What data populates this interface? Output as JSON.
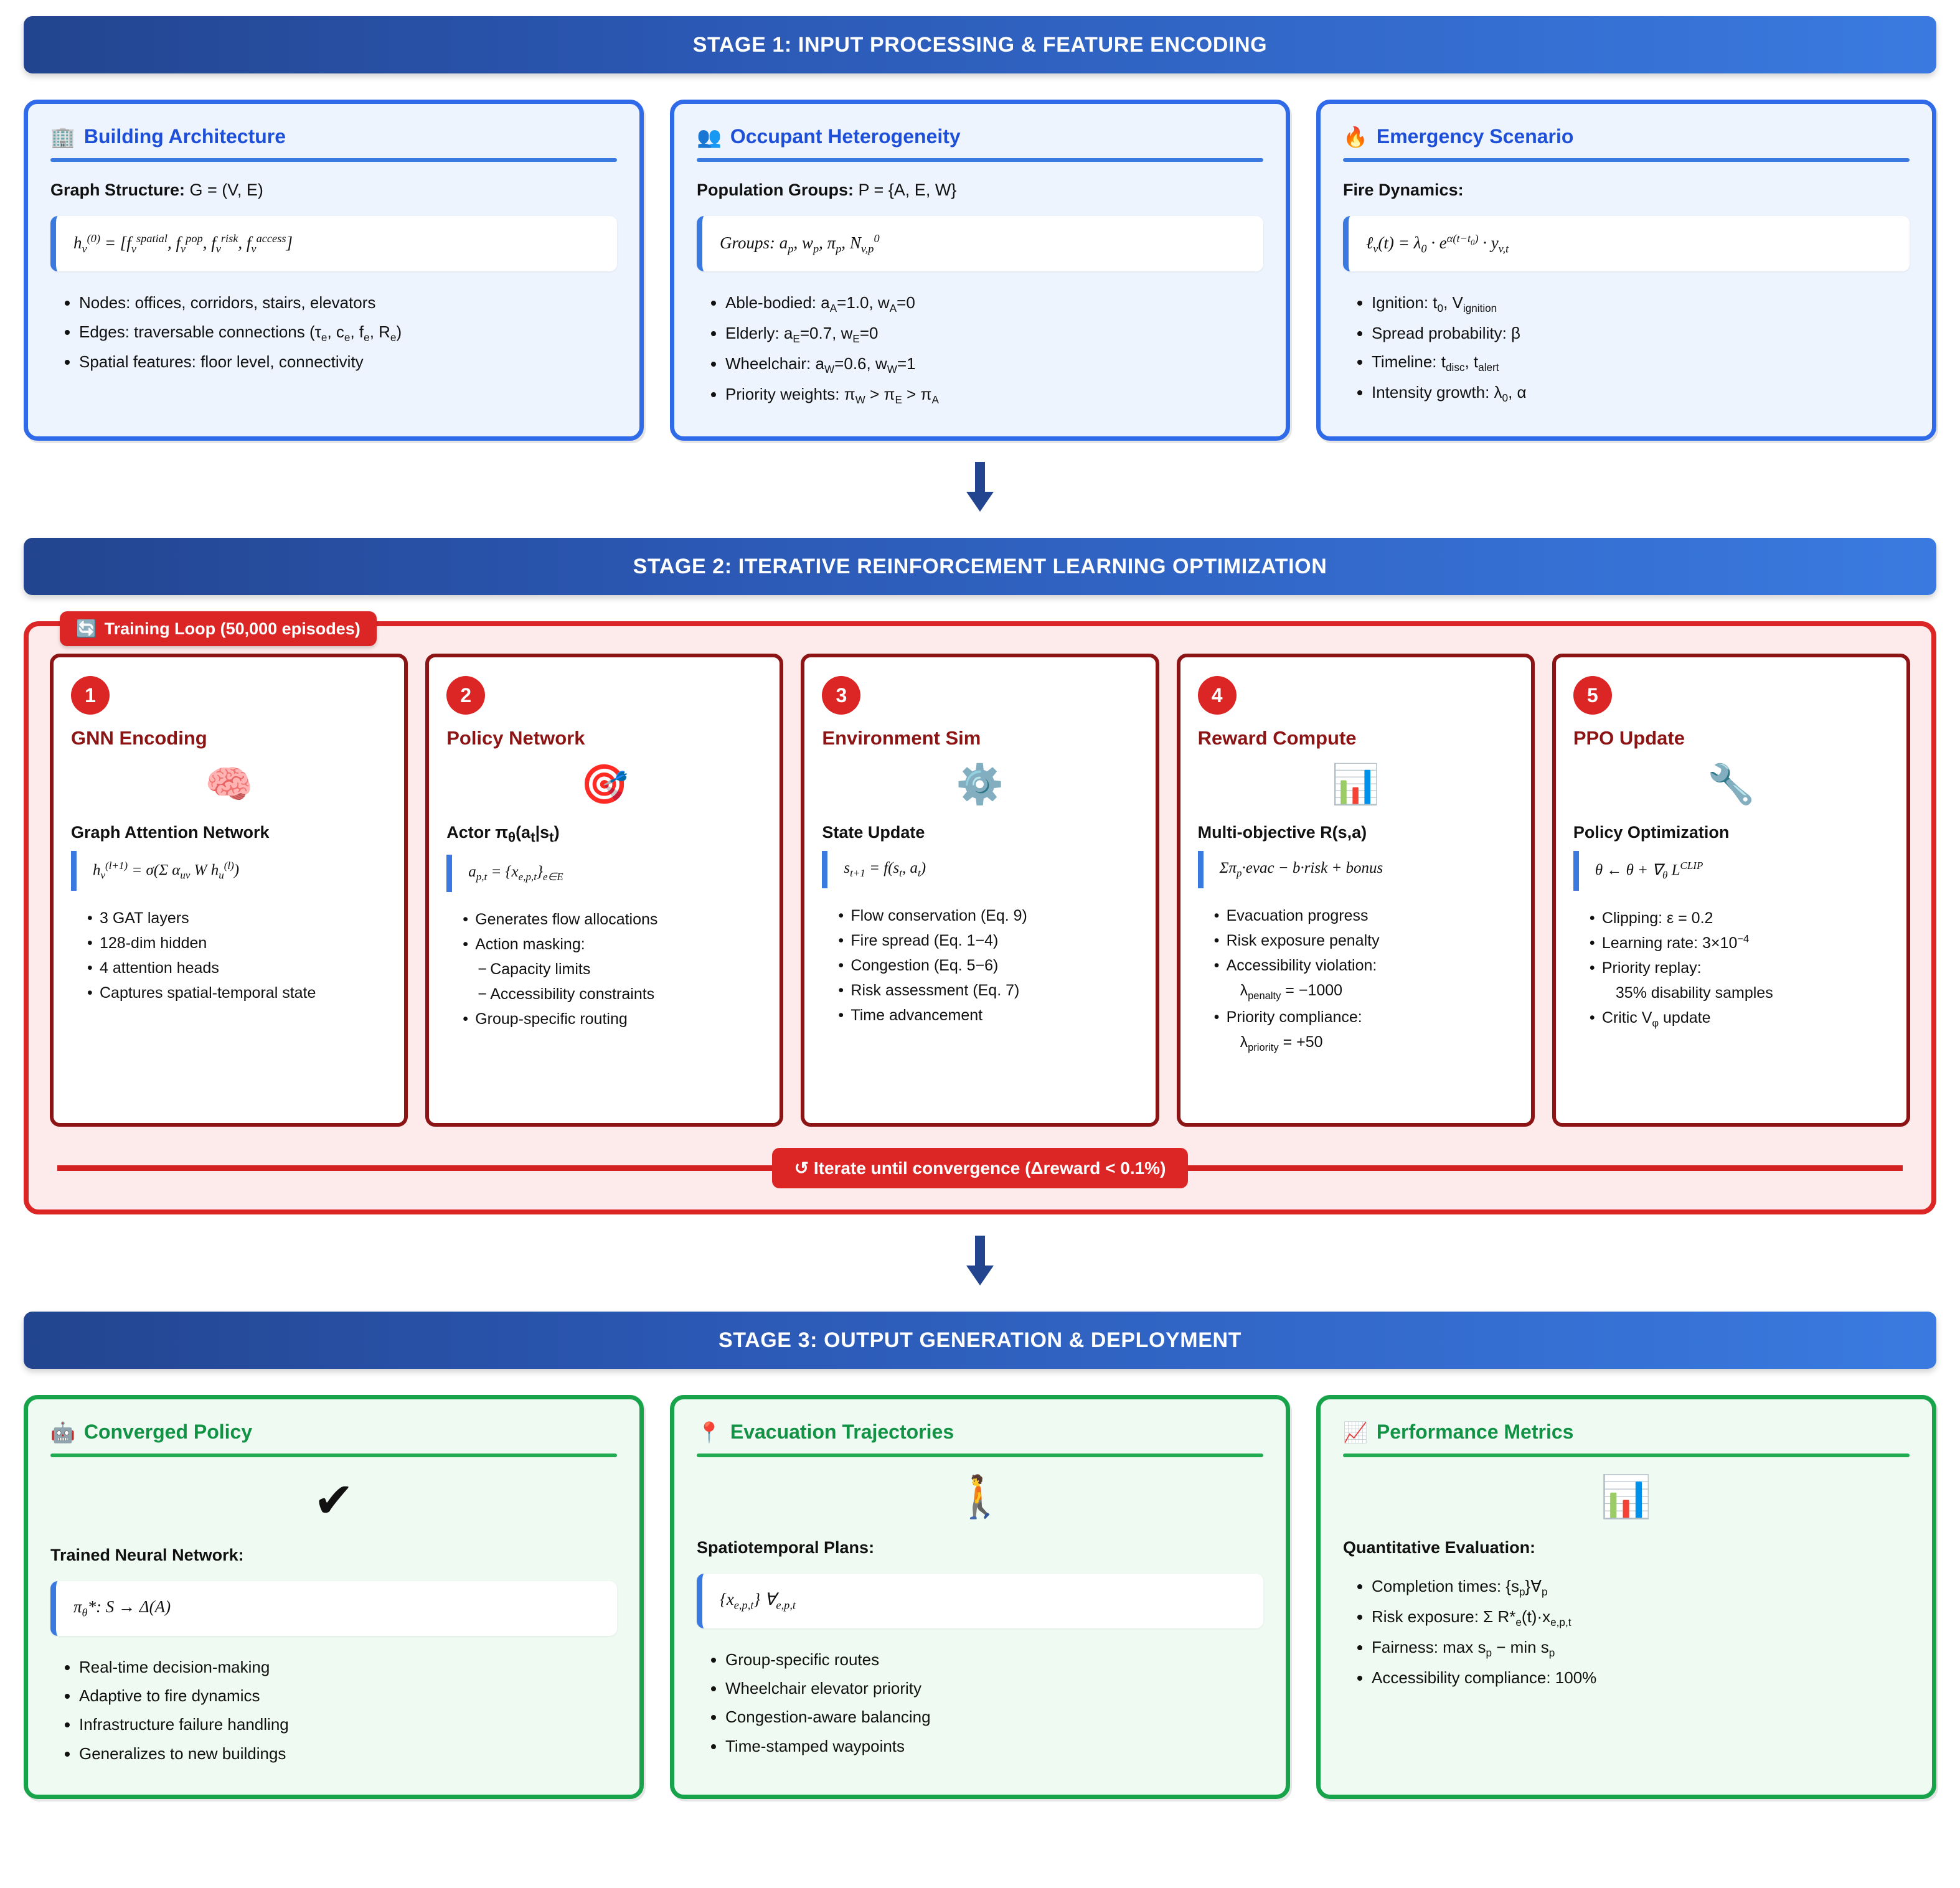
{
  "stages": {
    "stage1_banner": "STAGE 1: INPUT PROCESSING & FEATURE ENCODING",
    "stage2_banner": "STAGE 2: ITERATIVE REINFORCEMENT LEARNING OPTIMIZATION",
    "stage3_banner": "STAGE 3: OUTPUT GENERATION & DEPLOYMENT"
  },
  "colors": {
    "stage_banner_start": "#23458f",
    "stage_banner_end": "#3a7ae0",
    "input_card_border": "#2f6ae8",
    "input_card_bg": "#eef4fe",
    "loop_border": "#dc2626",
    "loop_bg": "#fdeaea",
    "step_border": "#8c1414",
    "output_card_border": "#16a34a",
    "output_card_bg": "#effaf2",
    "formula_accent": "#3a7ae0"
  },
  "stage1": {
    "cards": [
      {
        "icon": "building-icon",
        "emoji": "🏢",
        "title": "Building Architecture",
        "sub_label": "Graph Structure:",
        "sub_value": " G = (V, E)",
        "formula": "h_v^(0) = [f_v^spatial, f_v^pop, f_v^risk, f_v^access]",
        "bullets": [
          "Nodes: offices, corridors, stairs, elevators",
          "Edges: traversable connections (τe, ce, fe, Re)",
          "Spatial features: floor level, connectivity"
        ]
      },
      {
        "icon": "people-icon",
        "emoji": "👥",
        "title": "Occupant Heterogeneity",
        "sub_label": "Population Groups:",
        "sub_value": " P = {A, E, W}",
        "formula": "Groups: a_p, w_p, π_p, N_{v,p}^0",
        "bullets": [
          "Able-bodied: aA=1.0, wA=0",
          "Elderly: aE=0.7, wE=0",
          "Wheelchair: aW=0.6, wW=1",
          "Priority weights: πW > πE > πA"
        ]
      },
      {
        "icon": "fire-icon",
        "emoji": "🔥",
        "title": "Emergency Scenario",
        "sub_label": "Fire Dynamics:",
        "sub_value": "",
        "formula": "ℓ_v(t) = λ_0 · e^{α(t−t_0)} · y_{v,t}",
        "bullets": [
          "Ignition: t0, Vignition",
          "Spread probability: β",
          "Timeline: tdisc, talert",
          "Intensity growth: λ0, α"
        ]
      }
    ]
  },
  "stage2": {
    "loop_badge_emoji": "🔄",
    "loop_badge_label": "Training Loop (50,000 episodes)",
    "iterate_label": "↺ Iterate until convergence (Δreward < 0.1%)",
    "steps": [
      {
        "num": "1",
        "title": "GNN Encoding",
        "icon": "brain-icon",
        "emoji": "🧠",
        "heading": "Graph Attention Network",
        "formula": "h_v^(l+1) = σ(Σ α_uv W h_u^(l))",
        "bullets": [
          {
            "text": "3 GAT layers",
            "level": 1
          },
          {
            "text": "128-dim hidden",
            "level": 1
          },
          {
            "text": "4 attention heads",
            "level": 1
          },
          {
            "text": "Captures spatial-temporal state",
            "level": 1
          }
        ]
      },
      {
        "num": "2",
        "title": "Policy Network",
        "icon": "target-icon",
        "emoji": "🎯",
        "heading": "Actor πθ(at|st)",
        "formula": "a_{p,t} = {x_{e,p,t}}_{e∈E}",
        "bullets": [
          {
            "text": "Generates flow allocations",
            "level": 1
          },
          {
            "text": "Action masking:",
            "level": 1
          },
          {
            "text": "Capacity limits",
            "level": 2
          },
          {
            "text": "Accessibility constraints",
            "level": 2
          },
          {
            "text": "Group-specific routing",
            "level": 1
          }
        ]
      },
      {
        "num": "3",
        "title": "Environment Sim",
        "icon": "gear-icon",
        "emoji": "⚙️",
        "heading": "State Update",
        "formula": "s_{t+1} = f(s_t, a_t)",
        "bullets": [
          {
            "text": "Flow conservation (Eq. 9)",
            "level": 1
          },
          {
            "text": "Fire spread (Eq. 1−4)",
            "level": 1
          },
          {
            "text": "Congestion (Eq. 5−6)",
            "level": 1
          },
          {
            "text": "Risk assessment (Eq. 7)",
            "level": 1
          },
          {
            "text": "Time advancement",
            "level": 1
          }
        ]
      },
      {
        "num": "4",
        "title": "Reward Compute",
        "icon": "bar-chart-icon",
        "emoji": "📊",
        "heading": "Multi-objective R(s,a)",
        "formula": "Σπ_p·evac − b·risk + bonus",
        "bullets": [
          {
            "text": "Evacuation progress",
            "level": 1
          },
          {
            "text": "Risk exposure penalty",
            "level": 1
          },
          {
            "text": "Accessibility violation:",
            "level": 1
          },
          {
            "text": "λpenalty = −1000",
            "level": 3
          },
          {
            "text": "Priority compliance:",
            "level": 1
          },
          {
            "text": "λpriority = +50",
            "level": 3
          }
        ]
      },
      {
        "num": "5",
        "title": "PPO Update",
        "icon": "wrench-icon",
        "emoji": "🔧",
        "heading": "Policy Optimization",
        "formula": "θ ← θ + ∇_θ L^CLIP",
        "bullets": [
          {
            "text": "Clipping: ε = 0.2",
            "level": 1
          },
          {
            "text": "Learning rate: 3×10⁻⁴",
            "level": 1
          },
          {
            "text": "Priority replay:",
            "level": 1
          },
          {
            "text": "35% disability samples",
            "level": 3
          },
          {
            "text": "Critic Vφ update",
            "level": 1
          }
        ]
      }
    ]
  },
  "stage3": {
    "cards": [
      {
        "icon": "robot-icon",
        "emoji": "🤖",
        "title": "Converged Policy",
        "center_icon": "check-icon",
        "center_emoji": "✔",
        "sub_label": "Trained Neural Network:",
        "formula": "π_θ*: S → Δ(A)",
        "bullets": [
          "Real-time decision-making",
          "Adaptive to fire dynamics",
          "Infrastructure failure handling",
          "Generalizes to new buildings"
        ]
      },
      {
        "icon": "pin-icon",
        "emoji": "📍",
        "title": "Evacuation Trajectories",
        "center_icon": "walking-person-icon",
        "center_emoji": "🚶",
        "sub_label": "Spatiotemporal Plans:",
        "formula": "{x_{e,p,t}} ∀e,p,t",
        "bullets": [
          "Group-specific routes",
          "Wheelchair elevator priority",
          "Congestion-aware balancing",
          "Time-stamped waypoints"
        ]
      },
      {
        "icon": "chart-increasing-icon",
        "emoji": "📈",
        "title": "Performance Metrics",
        "center_icon": "bar-chart-icon",
        "center_emoji": "📊",
        "sub_label": "Quantitative Evaluation:",
        "formula": "",
        "bullets": [
          "Completion times: {sp}∀p",
          "Risk exposure: Σ R*e(t)·xe,p,t",
          "Fairness: max sp − min sp",
          "Accessibility compliance: 100%"
        ]
      }
    ]
  }
}
